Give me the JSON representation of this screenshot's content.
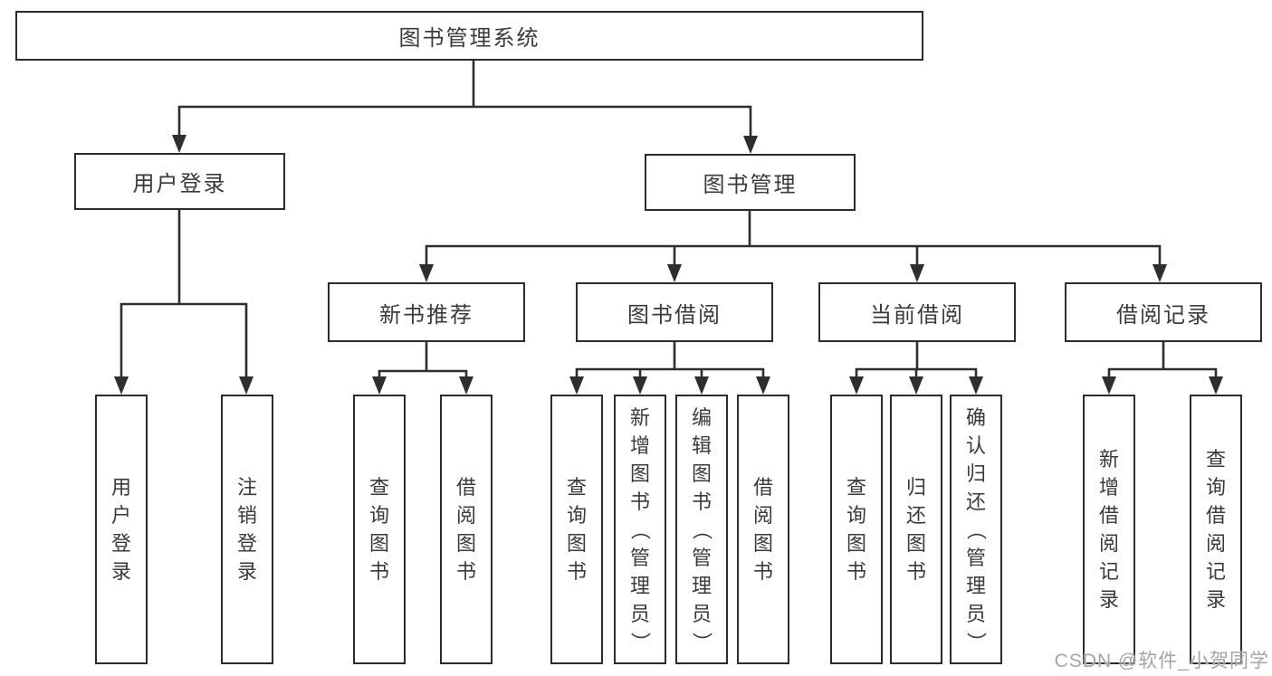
{
  "colors": {
    "background": "#ffffff",
    "line": "#2e2e2e",
    "box_border": "#2b2b2b",
    "box_fill": "#ffffff",
    "text": "#3a3a3a",
    "watermark": "#a7a3a3"
  },
  "watermark": {
    "text": "CSDN @软件_小贺同学"
  },
  "tree": {
    "root": {
      "label": "图书管理系统",
      "children": [
        {
          "label": "用户登录",
          "children": [
            {
              "label": "用户登录"
            },
            {
              "label": "注销登录"
            }
          ]
        },
        {
          "label": "图书管理",
          "children": [
            {
              "label": "新书推荐",
              "children": [
                {
                  "label": "查询图书"
                },
                {
                  "label": "借阅图书"
                }
              ]
            },
            {
              "label": "图书借阅",
              "children": [
                {
                  "label": "查询图书"
                },
                {
                  "label": "新增图书（管理员）"
                },
                {
                  "label": "编辑图书（管理员）"
                },
                {
                  "label": "借阅图书"
                }
              ]
            },
            {
              "label": "当前借阅",
              "children": [
                {
                  "label": "查询图书"
                },
                {
                  "label": "归还图书"
                },
                {
                  "label": "确认归还（管理员）"
                }
              ]
            },
            {
              "label": "借阅记录",
              "children": [
                {
                  "label": "新增借阅记录"
                },
                {
                  "label": "查询借阅记录"
                }
              ]
            }
          ]
        }
      ]
    }
  }
}
